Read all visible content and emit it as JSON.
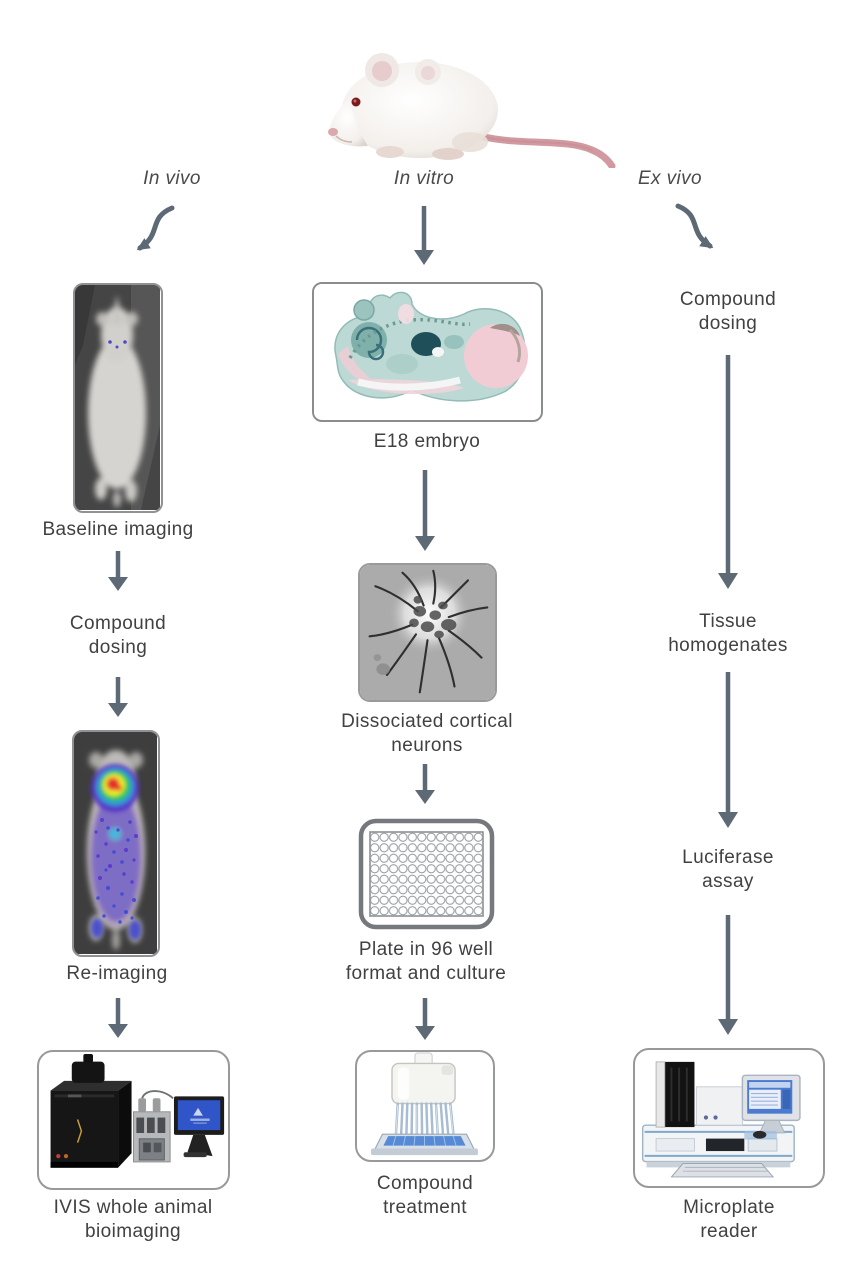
{
  "colors": {
    "arrow": "#5d6975",
    "text": "#414141",
    "box_border": "#97999b",
    "heatmap_core": "#e62e2e",
    "heatmap_outer": "#4a3fd0"
  },
  "images": {
    "root": "white-lab-mouse-photo",
    "in_vivo_baseline": "grayscale-dorsal-mouse-scan",
    "in_vivo_reimaging": "bioluminescence-heatmap-mouse-scan",
    "in_vivo_instrument": "ivis-imaging-system-photo",
    "in_vitro_embryo": "e18-embryo-histology-section",
    "in_vitro_neurons": "phase-contrast-neuron-micrograph",
    "in_vitro_plate": "96-well-plate-line-drawing",
    "in_vitro_pipette": "multichannel-pipette-photo",
    "ex_vivo_instrument": "microplate-reader-photo"
  },
  "branches": {
    "in_vivo": {
      "label": "In vivo",
      "step1": "Baseline imaging",
      "step2": "Compound dosing",
      "step3": "Re-imaging",
      "step4": "IVIS whole animal bioimaging"
    },
    "in_vitro": {
      "label": "In vitro",
      "step1": "E18 embryo",
      "step2": "Dissociated cortical neurons",
      "step3": "Plate in 96 well format and culture",
      "step4": "Compound treatment"
    },
    "ex_vivo": {
      "label": "Ex vivo",
      "step1": "Compound dosing",
      "step2": "Tissue homogenates",
      "step3": "Luciferase assay",
      "step4": "Microplate reader"
    }
  }
}
